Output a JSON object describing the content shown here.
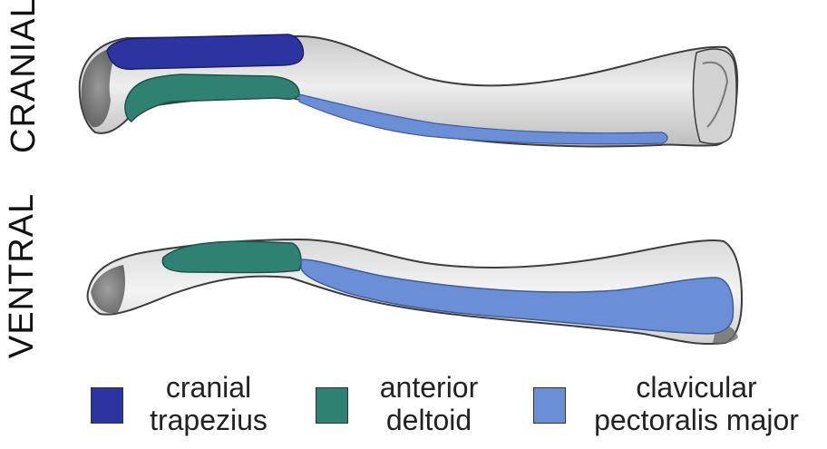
{
  "views": {
    "cranial": "CRANIAL",
    "ventral": "VENTRAL"
  },
  "legend": [
    {
      "line1": "cranial",
      "line2": "trapezius",
      "color": "#2b34a0"
    },
    {
      "line1": "anterior",
      "line2": "deltoid",
      "color": "#2f8272"
    },
    {
      "line1": "clavicular",
      "line2": "pectoralis major",
      "color": "#6b8fd6"
    }
  ],
  "colors": {
    "bone_fill": "#dcdcdc",
    "bone_edge": "#4a4a4a",
    "trapezius": "#2b34a0",
    "deltoid": "#2f8272",
    "pectoralis": "#6b8fd6"
  }
}
